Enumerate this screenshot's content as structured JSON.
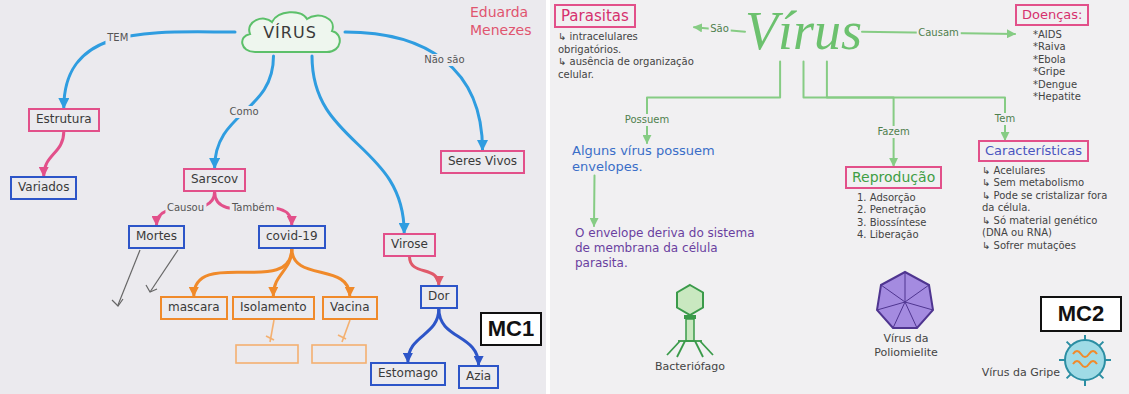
{
  "diagram": {
    "nodes": [
      {
        "text": [
          "VÍRUS"
        ]
      },
      {
        "text": [
          "Estrutura"
        ]
      },
      {
        "text": [
          "Variados"
        ]
      },
      {
        "text": [
          "Sarscov"
        ]
      },
      {
        "text": [
          "Mortes"
        ]
      },
      {
        "text": [
          "covid-19"
        ]
      },
      {
        "text": [
          "mascara"
        ]
      },
      {
        "text": [
          "Isolamento"
        ]
      },
      {
        "text": [
          "Vacina"
        ]
      },
      {
        "text": [
          "Virose"
        ]
      },
      {
        "text": [
          "Dor"
        ]
      },
      {
        "text": [
          "Estomago"
        ]
      },
      {
        "text": [
          "Azia"
        ]
      },
      {
        "text": [
          "Seres Vivos"
        ]
      },
      {
        "text": [
          "MC1"
        ]
      },
      {
        "text": [
          "Vírus"
        ]
      },
      {
        "text": [
          "Parasitas",
          "↳ intracelulares obrigatórios.",
          "↳ ausência de organização celular."
        ]
      },
      {
        "text": [
          "Doenças:",
          "*AIDS",
          "*Raiva",
          "*Ebola",
          "*Gripe",
          "*Dengue",
          "*Hepatite"
        ]
      },
      {
        "text": [
          "Alguns vírus possuem envelopes."
        ]
      },
      {
        "text": [
          "O envelope deriva do sistema de membrana da célula parasita."
        ]
      },
      {
        "text": [
          "Reprodução",
          "1. Adsorção",
          "2. Penetração",
          "3. Biossíntese",
          "4. Liberação"
        ]
      },
      {
        "text": [
          "Características",
          "↳ Acelulares",
          "↳ Sem metabolismo",
          "↳ Pode se cristalizar fora da célula.",
          "↳ Só material genético (DNA ou RNA)",
          "↳ Sofrer mutações"
        ]
      },
      {
        "text": [
          "MC2"
        ]
      }
    ],
    "edges": [
      {
        "from": 0,
        "to": 1,
        "arrow": "to",
        "label": "TEM"
      },
      {
        "from": 0,
        "to": 3,
        "arrow": "to",
        "label": "Como"
      },
      {
        "from": 0,
        "to": 9,
        "arrow": "to"
      },
      {
        "from": 0,
        "to": 13,
        "arrow": "to",
        "label": "Não são"
      },
      {
        "from": 1,
        "to": 2,
        "arrow": "to"
      },
      {
        "from": 3,
        "to": 4,
        "arrow": "to",
        "label": "Causou"
      },
      {
        "from": 3,
        "to": 5,
        "arrow": "to",
        "label": "Também"
      },
      {
        "from": 5,
        "to": 6,
        "arrow": "to"
      },
      {
        "from": 5,
        "to": 7,
        "arrow": "to"
      },
      {
        "from": 5,
        "to": 8,
        "arrow": "to"
      },
      {
        "from": 9,
        "to": 10,
        "arrow": "to"
      },
      {
        "from": 10,
        "to": 11,
        "arrow": "to"
      },
      {
        "from": 10,
        "to": 12,
        "arrow": "to"
      },
      {
        "from": 15,
        "to": 16,
        "arrow": "to",
        "label": "São"
      },
      {
        "from": 15,
        "to": 17,
        "arrow": "to",
        "label": "Causam"
      },
      {
        "from": 15,
        "to": 18,
        "arrow": "to",
        "label": "Possuem"
      },
      {
        "from": 15,
        "to": 20,
        "arrow": "to",
        "label": "Fazem"
      },
      {
        "from": 15,
        "to": 21,
        "arrow": "to",
        "label": "Tem"
      },
      {
        "from": 18,
        "to": 19,
        "arrow": "to"
      }
    ],
    "labels": [
      "Eduarda Menezes",
      "Bacteriófago",
      "Vírus da Poliomielite",
      "Vírus da Gripe"
    ]
  }
}
